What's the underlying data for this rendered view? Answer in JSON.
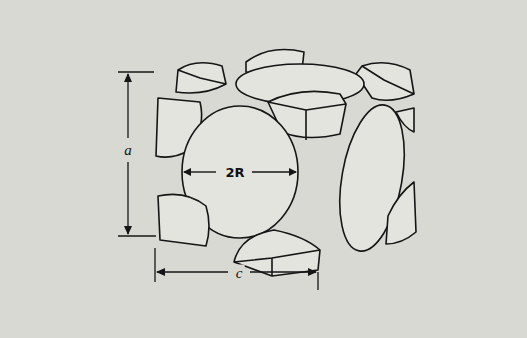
{
  "diagram": {
    "labels": [
      "a",
      "2R",
      "c"
    ]
  }
}
